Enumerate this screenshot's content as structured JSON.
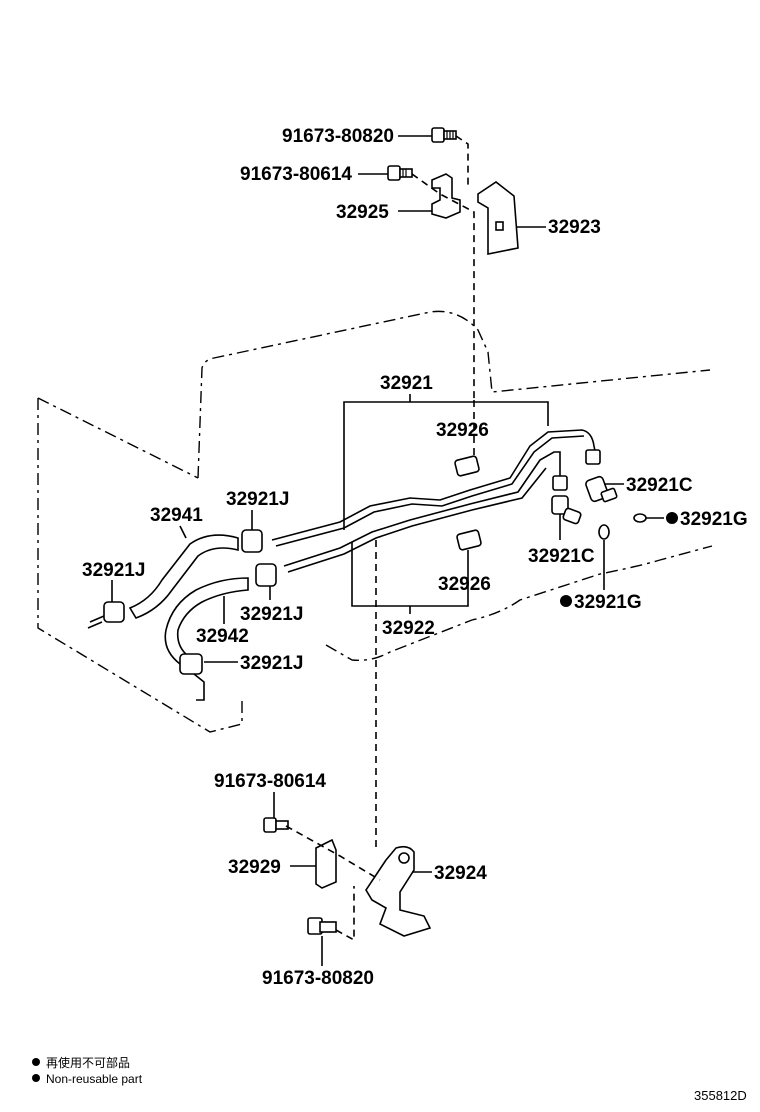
{
  "labels": {
    "bolt_top_1": "91673-80820",
    "bolt_top_2": "91673-80614",
    "clamp_top": "32925",
    "bracket_top": "32923",
    "tube_upper_set": "32921",
    "grommet_upper": "32926",
    "hose_left": "32941",
    "clip_a": "32921J",
    "clip_b": "32921J",
    "union_c_upper": "32921C",
    "gasket_g_upper": "32921G",
    "union_c_lower": "32921C",
    "gasket_g_lower": "32921G",
    "hose_lower": "32942",
    "clip_c": "32921J",
    "grommet_lower": "32926",
    "tube_lower_set": "32922",
    "clip_d": "32921J",
    "bolt_bottom_1": "91673-80614",
    "clamp_bottom": "32929",
    "bracket_bottom": "32924",
    "bolt_bottom_2": "91673-80820"
  },
  "legend": {
    "line_cn": "再使用不可部品",
    "line_en": "Non-reusable part"
  },
  "reference_code": "355812D"
}
